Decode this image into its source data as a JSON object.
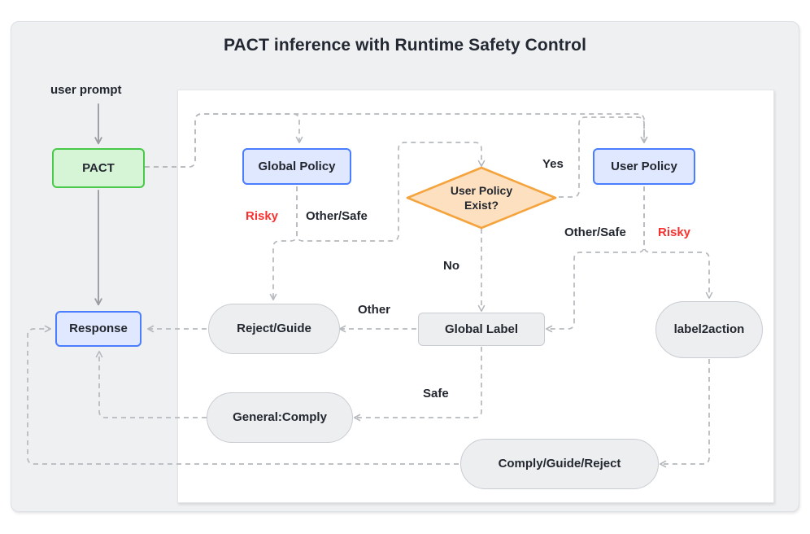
{
  "title": "PACT inference with Runtime Safety Control",
  "external": {
    "user_prompt": "user prompt"
  },
  "nodes": {
    "pact": "PACT",
    "response": "Response",
    "global_policy": "Global Policy",
    "user_policy": "User Policy",
    "decision": {
      "line1": "User Policy",
      "line2": "Exist?"
    },
    "reject_guide": "Reject/Guide",
    "general_comply": "General:Comply",
    "global_label": "Global Label",
    "label2action": "label2action",
    "comply_guide_reject": "Comply/Guide/Reject"
  },
  "edge_labels": {
    "gp_risky": "Risky",
    "gp_other_safe": "Other/Safe",
    "decision_yes": "Yes",
    "decision_no": "No",
    "up_other_safe": "Other/Safe",
    "up_risky": "Risky",
    "gl_other": "Other",
    "gl_safe": "Safe"
  },
  "colors": {
    "canvas": "#ffffff",
    "outer_panel": "#eef0f2",
    "inner_panel": "#ffffff",
    "green_fill": "#d6f5d6",
    "green_border": "#49c94a",
    "blue_fill": "#e0e8ff",
    "blue_border": "#4a7dff",
    "grey_fill": "#eceef0",
    "grey_border": "#c9ccd1",
    "orange_fill": "#fce0bf",
    "orange_border": "#f5a33c",
    "edge_stroke": "#b6b9bd",
    "solid_edge_stroke": "#9a9da2",
    "text": "#23272f",
    "risky_red": "#f8312f"
  },
  "chart_data": {
    "type": "flowchart",
    "nodes": [
      {
        "id": "user_prompt",
        "label": "user prompt",
        "shape": "text"
      },
      {
        "id": "pact",
        "label": "PACT",
        "shape": "rect",
        "style": "green"
      },
      {
        "id": "response",
        "label": "Response",
        "shape": "rect",
        "style": "blue"
      },
      {
        "id": "global_policy",
        "label": "Global Policy",
        "shape": "rect",
        "style": "blue"
      },
      {
        "id": "user_policy",
        "label": "User Policy",
        "shape": "rect",
        "style": "blue"
      },
      {
        "id": "decision",
        "label": "User Policy Exist?",
        "shape": "diamond",
        "style": "orange"
      },
      {
        "id": "reject_guide",
        "label": "Reject/Guide",
        "shape": "stadium",
        "style": "grey"
      },
      {
        "id": "general_comply",
        "label": "General:Comply",
        "shape": "stadium",
        "style": "grey"
      },
      {
        "id": "global_label",
        "label": "Global Label",
        "shape": "rect",
        "style": "grey"
      },
      {
        "id": "label2action",
        "label": "label2action",
        "shape": "stadium",
        "style": "grey"
      },
      {
        "id": "comply_guide_reject",
        "label": "Comply/Guide/Reject",
        "shape": "stadium",
        "style": "grey"
      }
    ],
    "edges": [
      {
        "from": "user_prompt",
        "to": "pact",
        "label": "",
        "style": "solid"
      },
      {
        "from": "pact",
        "to": "response",
        "label": "",
        "style": "solid"
      },
      {
        "from": "pact",
        "to": "global_policy",
        "label": "",
        "style": "dashed"
      },
      {
        "from": "pact",
        "to": "user_policy",
        "label": "",
        "style": "dashed"
      },
      {
        "from": "global_policy",
        "to": "reject_guide",
        "label": "Risky",
        "style": "dashed"
      },
      {
        "from": "global_policy",
        "to": "decision",
        "label": "Other/Safe",
        "style": "dashed"
      },
      {
        "from": "decision",
        "to": "user_policy",
        "label": "Yes",
        "style": "dashed"
      },
      {
        "from": "decision",
        "to": "global_label",
        "label": "No",
        "style": "dashed"
      },
      {
        "from": "user_policy",
        "to": "global_label",
        "label": "Other/Safe",
        "style": "dashed"
      },
      {
        "from": "user_policy",
        "to": "label2action",
        "label": "Risky",
        "style": "dashed"
      },
      {
        "from": "global_label",
        "to": "reject_guide",
        "label": "Other",
        "style": "dashed"
      },
      {
        "from": "global_label",
        "to": "general_comply",
        "label": "Safe",
        "style": "dashed"
      },
      {
        "from": "label2action",
        "to": "comply_guide_reject",
        "label": "",
        "style": "dashed"
      },
      {
        "from": "reject_guide",
        "to": "response",
        "label": "",
        "style": "dashed"
      },
      {
        "from": "general_comply",
        "to": "response",
        "label": "",
        "style": "dashed"
      },
      {
        "from": "comply_guide_reject",
        "to": "response",
        "label": "",
        "style": "dashed"
      }
    ]
  }
}
